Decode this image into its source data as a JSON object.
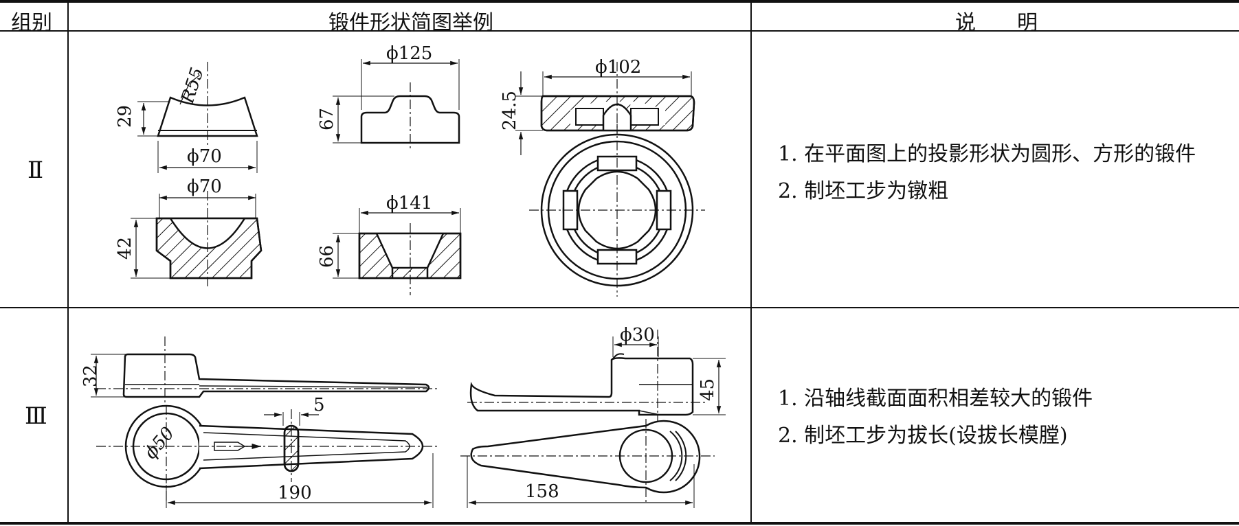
{
  "header": {
    "group": "组别",
    "examples": "锻件形状简图举例",
    "notes": "说　　明"
  },
  "rows": [
    {
      "group": "Ⅱ",
      "notes": [
        "1. 在平面图上的投影形状为圆形、方形的锻件",
        "2. 制坯工步为镦粗"
      ],
      "dims": {
        "r55": "R55",
        "h29": "29",
        "d70a": "ϕ70",
        "d70b": "ϕ70",
        "h42": "42",
        "d125": "ϕ125",
        "h67": "67",
        "d141": "ϕ141",
        "h66": "66",
        "d102": "ϕ102",
        "h245": "24.5"
      }
    },
    {
      "group": "Ⅲ",
      "notes": [
        "1. 沿轴线截面面积相差较大的锻件",
        "2. 制坯工步为拔长(设拔长模膛)"
      ],
      "dims": {
        "h32": "32",
        "w5": "5",
        "d50": "ϕ50",
        "l190": "190",
        "d30": "ϕ30",
        "h45": "45",
        "l158": "158"
      }
    }
  ]
}
